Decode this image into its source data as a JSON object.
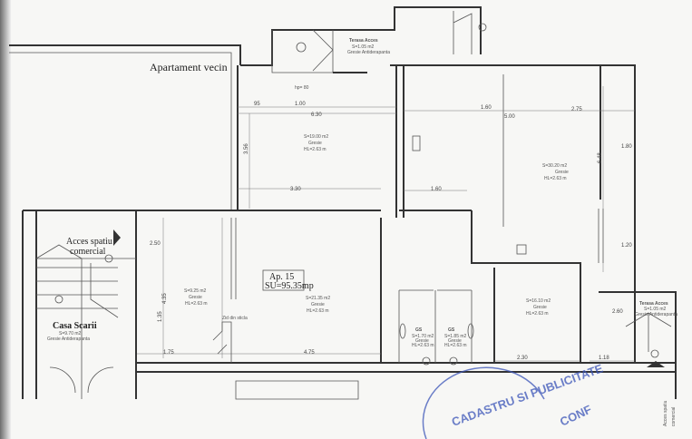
{
  "plan": {
    "neighbor_label": "Apartament vecin",
    "terrace_top": {
      "title": "Terasa Acces",
      "area": "S=1.05 m2",
      "finish": "Gresie Antiderapanta"
    },
    "terrace_right": {
      "title": "Terasa Acces",
      "area": "S=1.05 m2",
      "finish": "Gresie Antiderapanta"
    },
    "room_19": {
      "area": "S=19.00 m2",
      "finish": "Gresie",
      "height": "HL=2.63 m"
    },
    "room_30": {
      "area": "S=30.20 m2",
      "finish": "Gresie",
      "height": "HL=2.63 m"
    },
    "room_9": {
      "area": "S=9.25 m2",
      "finish": "Gresie",
      "height": "HL=2.63 m"
    },
    "room_21": {
      "area": "S=21.35 m2",
      "finish": "Gresie",
      "height": "HL=2.63 m"
    },
    "room_16": {
      "area": "S=16.10 m2",
      "finish": "Gresie",
      "height": "HL=2.63 m"
    },
    "gs1": {
      "title": "GS",
      "area": "S=1.70 m2",
      "finish": "Gresie",
      "height": "HL=2.63 m"
    },
    "gs2": {
      "title": "GS",
      "area": "S=1.85 m2",
      "finish": "Gresie",
      "height": "HL=2.63 m"
    },
    "stairs": {
      "title": "Casa Scarii",
      "area": "S=9.70 m2",
      "finish": "Gresie Antiderapanta"
    },
    "access_left": [
      "Acces spatiu",
      "comercial"
    ],
    "access_right": [
      "Acces spatiu",
      "comercial"
    ],
    "apartment": {
      "number": "Ap. 15",
      "usable_area": "SU=95.35mp"
    },
    "partition_note": "Zid din sticla",
    "dimensions": {
      "d630": "6.30",
      "d100": "1.00",
      "d095": "95",
      "d500": "5.00",
      "d275": "2.75",
      "d330": "3.30",
      "d475": "4.75",
      "d175": "1.75",
      "d230": "2.30",
      "d118": "1.18",
      "d435": "4.35",
      "d356": "3.56",
      "d648": "6.48",
      "d180": "1.80",
      "d120": "1.20",
      "d160": "1.60",
      "d135": "1.35",
      "d250": "2.50",
      "d260": "2.60",
      "hp": "hp= 80"
    },
    "stamp": {
      "text": "CADASTRU SI PUBLICITATE",
      "text2": "CONF"
    }
  }
}
